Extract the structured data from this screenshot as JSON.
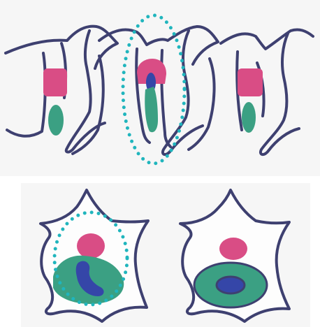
{
  "figure": {
    "top_panel": {
      "view": "sagittal",
      "vertebra_count": 3,
      "highlighted_index": 1
    },
    "bottom_panels": [
      {
        "view": "axial",
        "highlighted": true
      },
      {
        "view": "axial",
        "highlighted": false
      }
    ],
    "colors": {
      "outline": "#3e4070",
      "disc_annulus": "#d94d85",
      "nucleus_green": "#3ba083",
      "herniation_blue": "#3546a8",
      "highlight_dotted_circle": "#20b5bd",
      "panel_background": "#f6f6f6"
    }
  }
}
